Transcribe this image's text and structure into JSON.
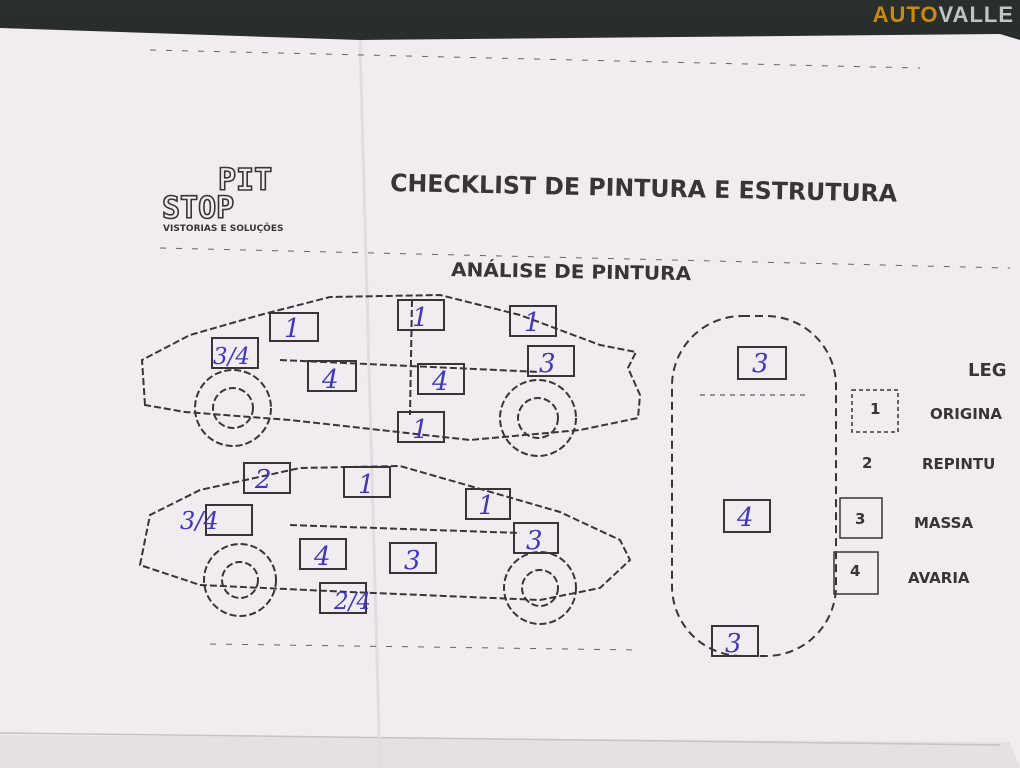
{
  "watermark": {
    "prefix": "AUTO",
    "suffix": "VALLE"
  },
  "logo": {
    "line1": "PIT",
    "line2": "STOP",
    "tagline": "VISTORIAS E SOLUÇÕES"
  },
  "document": {
    "title": "CHECKLIST DE PINTURA E ESTRUTURA",
    "section": "ANÁLISE DE PINTURA"
  },
  "legend": {
    "title": "LEG",
    "items": [
      {
        "code": "1",
        "label": "ORIGINA"
      },
      {
        "code": "2",
        "label": "REPINTU"
      },
      {
        "code": "3",
        "label": "MASSA"
      },
      {
        "code": "4",
        "label": "AVARIA"
      }
    ]
  },
  "marks": {
    "side_top": [
      "1",
      "1",
      "1",
      "3/4",
      "3",
      "4",
      "4",
      "1"
    ],
    "side_bottom": [
      "2",
      "1",
      "1",
      "3/4",
      "3",
      "4",
      "3",
      "2/4"
    ],
    "top_view": [
      "3",
      "4",
      "3"
    ]
  },
  "colors": {
    "paper": "#f1ecf0",
    "ink": "#3a3438",
    "pen": "#3f38b8",
    "accent": "#f5a100"
  }
}
